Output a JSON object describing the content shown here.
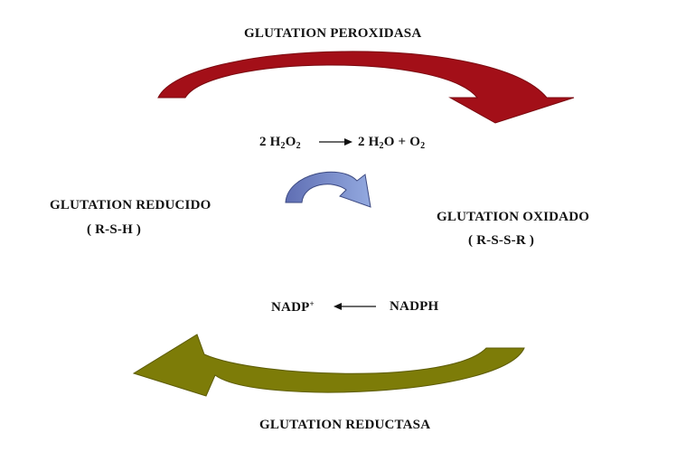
{
  "enzymes": {
    "top": "GLUTATION PEROXIDASA",
    "bottom": "GLUTATION REDUCTASA"
  },
  "species": {
    "reduced": {
      "name": "GLUTATION REDUCIDO",
      "formula": "( R-S-H )"
    },
    "oxidized": {
      "name": "GLUTATION OXIDADO",
      "formula": "( R-S-S-R )"
    }
  },
  "peroxide_reaction": {
    "reactant_coef": "2 H",
    "reactant_sub1": "2",
    "reactant_o": "O",
    "reactant_sub2": "2",
    "product_coef": "2 H",
    "product_sub1": "2",
    "product_o": "O + O",
    "product_sub2": "2"
  },
  "nadph_reaction": {
    "product": "NADP",
    "product_charge": "+",
    "reactant": "NADPH"
  },
  "colors": {
    "top_arrow": "#a30f18",
    "bottom_arrow": "#7d7c08",
    "small_arrow_start": "#5f6eb3",
    "small_arrow_end": "#93a9df"
  }
}
